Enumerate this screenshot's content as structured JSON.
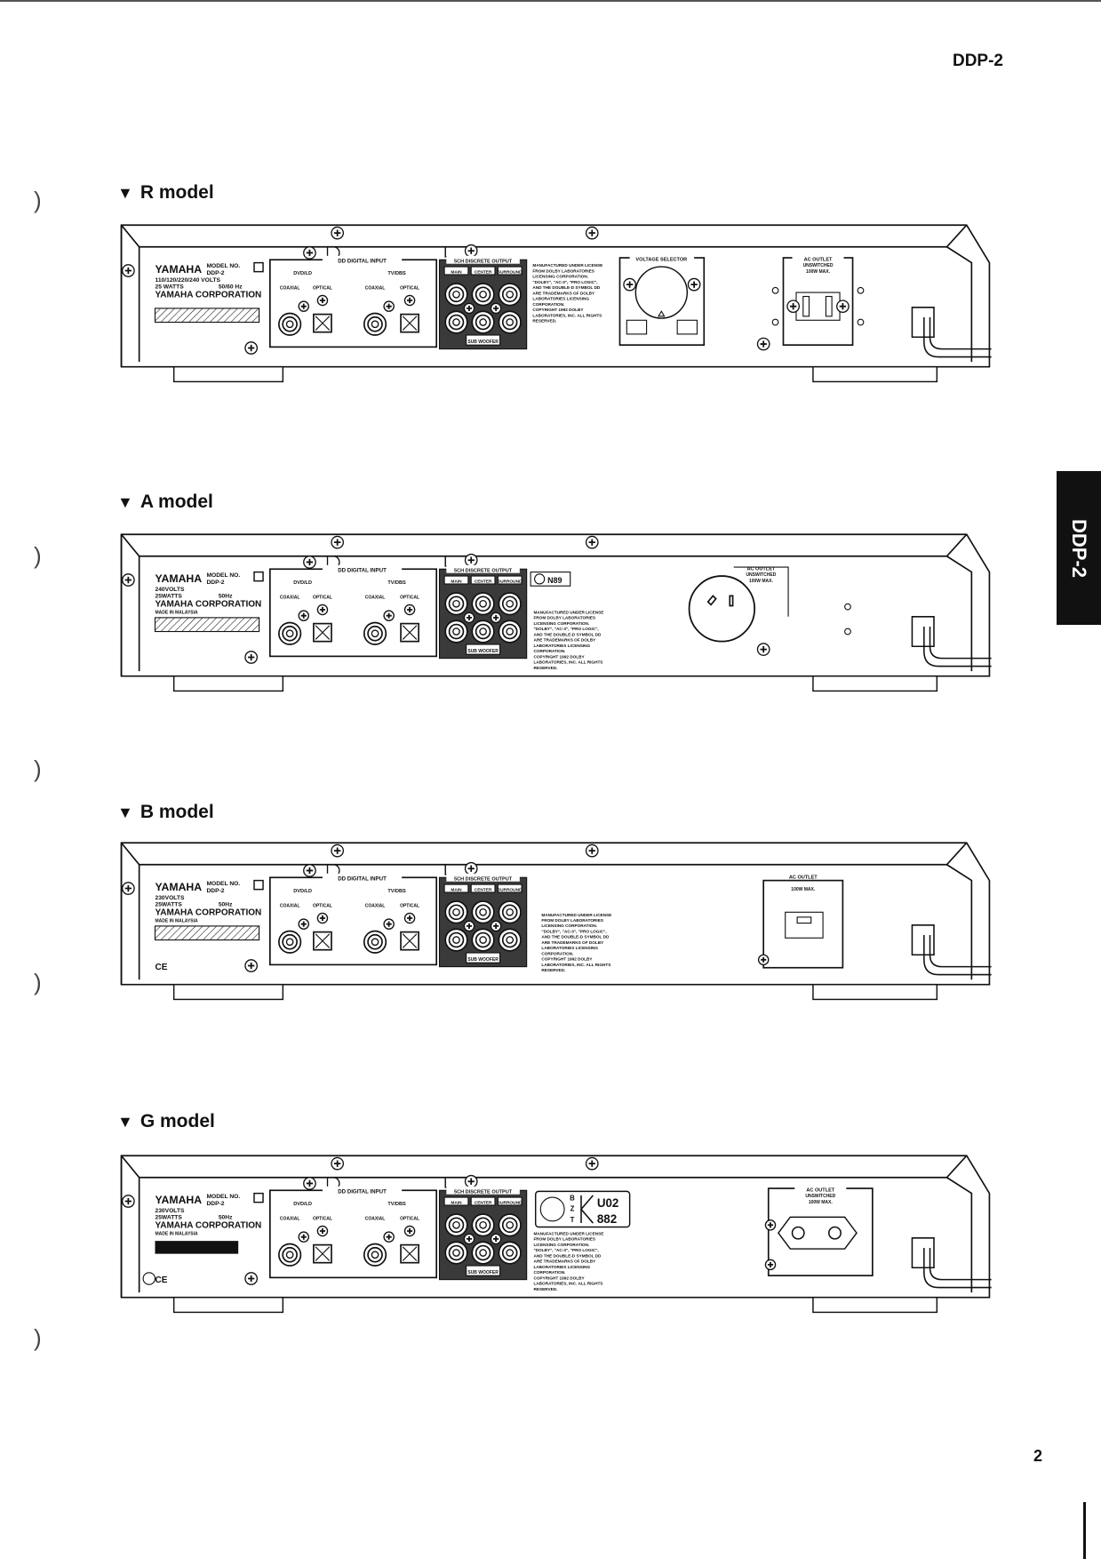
{
  "header": {
    "title": "DDP-2"
  },
  "side_tab": {
    "label": "DDP-2"
  },
  "page_number": "2",
  "common": {
    "brand": "YAMAHA",
    "model_no_label": "MODEL NO.",
    "model": "DDP-2",
    "corporation": "YAMAHA CORPORATION",
    "made_in": "MADE IN MALAYSIA",
    "digital_input": "DD DIGITAL INPUT",
    "dvd_ld": "DVD/LD",
    "tv_dbs": "TV/DBS",
    "coaxial": "COAXIAL",
    "optical": "OPTICAL",
    "output_title": "5CH DISCRETE OUTPUT",
    "main": "MAIN",
    "center": "CENTER",
    "surround": "SURROUND",
    "sub_woofer": "SUB WOOFER",
    "voltage_selector": "VOLTAGE SELECTOR",
    "ac_outlet": "AC OUTLET",
    "unswitched": "UNSWITCHED",
    "max_power": "100W MAX.",
    "license_lines": [
      "MANUFACTURED UNDER LICENSE",
      "FROM DOLBY LABORATORIES",
      "LICENSING CORPORATION.",
      "\"DOLBY\", \"AC-3\", \"PRO LOGIC\",",
      "AND THE DOUBLE-D SYMBOL DD",
      "ARE TRADEMARKS OF DOLBY",
      "LABORATORIES LICENSING",
      "CORPORATION.",
      "COPYRIGHT 1992 DOLBY",
      "LABORATORIES, INC. ALL RIGHTS",
      "RESERVED."
    ]
  },
  "models": [
    {
      "heading": "R model",
      "voltage": "110/120/220/240 VOLTS",
      "watts": "25 WATTS",
      "freq": "50/60 Hz"
    },
    {
      "heading": "A model",
      "voltage": "240VOLTS",
      "watts": "25WATTS",
      "freq": "50Hz",
      "approval_mark": "N89"
    },
    {
      "heading": "B model",
      "voltage": "230VOLTS",
      "watts": "25WATTS",
      "freq": "50Hz",
      "marks": "CE"
    },
    {
      "heading": "G model",
      "voltage": "230VOLTS",
      "watts": "25WATTS",
      "freq": "50Hz",
      "marks": "CE",
      "bzt": [
        "B",
        "Z",
        "T"
      ],
      "bzt_code": [
        "U02",
        "882"
      ]
    }
  ]
}
